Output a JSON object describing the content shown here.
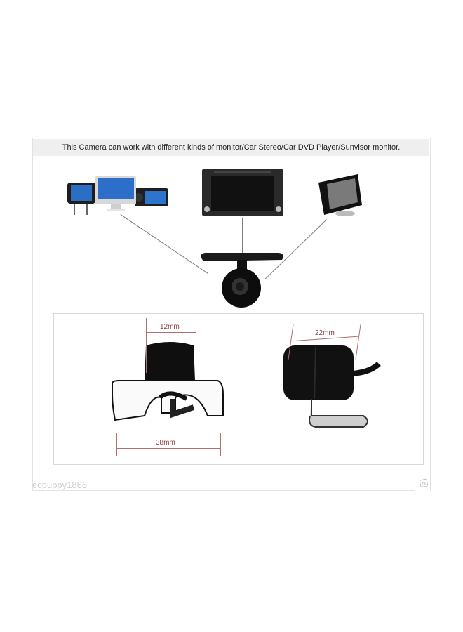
{
  "header": {
    "caption": "This Camera can work with different kinds of monitor/Car Stereo/Car DVD Player/Sunvisor monitor."
  },
  "devices": [
    {
      "name": "headrest-and-desktop-monitors",
      "icon": "monitor-group-icon"
    },
    {
      "name": "car-dvd-player",
      "icon": "car-stereo-icon"
    },
    {
      "name": "sunvisor-monitor",
      "icon": "dashboard-monitor-icon"
    }
  ],
  "camera": {
    "icon": "backup-camera-icon"
  },
  "dimensions": {
    "front_width": "12mm",
    "bracket_width": "38mm",
    "side_length": "22mm"
  },
  "footer": {
    "watermark": "ecpuppy1866",
    "stamp_icon": "seller-stamp-icon"
  },
  "colors": {
    "caption_bg": "#efefef",
    "dimension": "#b07070",
    "dimension_text": "#8b3a3a",
    "watermark": "#cfcfcf"
  }
}
